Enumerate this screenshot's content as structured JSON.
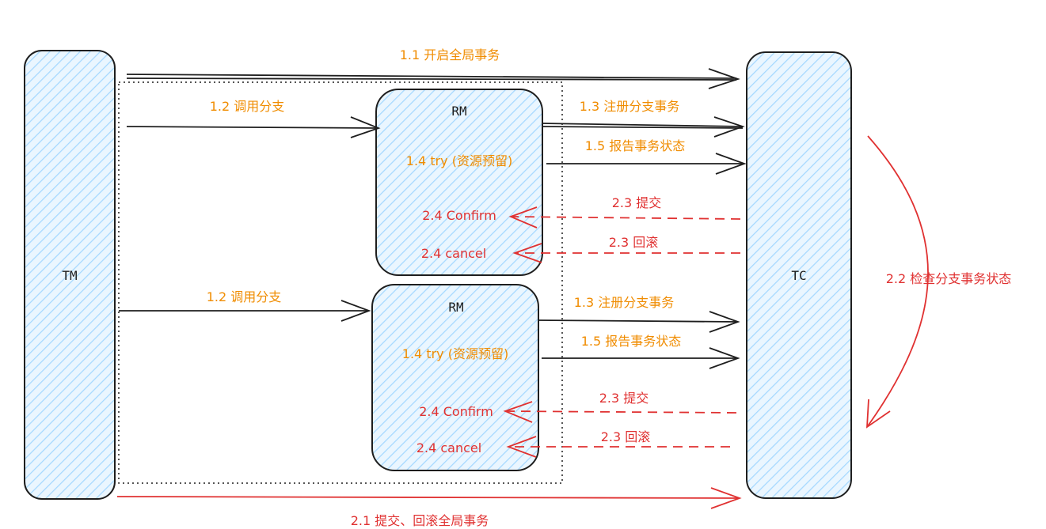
{
  "colors": {
    "orange": "#f08c00",
    "red": "#e03131",
    "stroke": "#1e1e1e",
    "box_fill": "#a5d8ff"
  },
  "nodes": {
    "tm": "TM",
    "tc": "TC",
    "rm_top": "RM",
    "rm_bottom": "RM"
  },
  "labels": {
    "open_global": "1.1 开启全局事务",
    "call_branch_1": "1.2 调用分支",
    "call_branch_2": "1.2 调用分支",
    "register_1": "1.3 注册分支事务",
    "register_2": "1.3 注册分支事务",
    "try_1": "1.4 try (资源预留)",
    "try_2": "1.4 try (资源预留)",
    "report_1": "1.5 报告事务状态",
    "report_2": "1.5 报告事务状态",
    "commit_1": "2.3 提交",
    "rollback_1": "2.3 回滚",
    "commit_2": "2.3 提交",
    "rollback_2": "2.3 回滚",
    "confirm_1": "2.4 Confirm",
    "cancel_1": "2.4 cancel",
    "confirm_2": "2.4 Confirm",
    "cancel_2": "2.4 cancel",
    "check_status": "2.2 检查分支事务状态",
    "global_commit": "2.1 提交、回滚全局事务"
  }
}
